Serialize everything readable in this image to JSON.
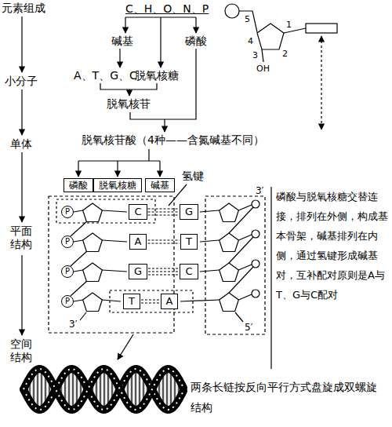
{
  "diagram": {
    "nodes": [
      {
        "text": [
          "磷酸"
        ]
      },
      {
        "text": [
          "脱氧核糖"
        ]
      },
      {
        "text": [
          "碱基"
        ]
      },
      {
        "text": [
          "P"
        ]
      },
      {
        "text": [
          "P"
        ]
      },
      {
        "text": [
          "P"
        ]
      },
      {
        "text": [
          "P"
        ]
      },
      {
        "text": [
          "C"
        ]
      },
      {
        "text": [
          "G"
        ]
      },
      {
        "text": [
          "A"
        ]
      },
      {
        "text": [
          "T"
        ]
      },
      {
        "text": [
          "G"
        ]
      },
      {
        "text": [
          "C"
        ]
      },
      {
        "text": [
          "T"
        ]
      },
      {
        "text": [
          "A"
        ]
      }
    ],
    "edges": [
      {
        "from": 7,
        "to": 8,
        "arrow": "none"
      },
      {
        "from": 9,
        "to": 10,
        "arrow": "none"
      },
      {
        "from": 11,
        "to": 12,
        "arrow": "none"
      },
      {
        "from": 13,
        "to": 14,
        "arrow": "none"
      }
    ],
    "labels": [
      "元素组成",
      "小分子",
      "单体",
      "平面结构",
      "空间结构",
      "C、H、O、N、P",
      "碱基",
      "磷酸",
      "A、T、G、C",
      "脱氧核糖",
      "脱氧核苷",
      "脱氧核苷酸（4种——含氮碱基不同）",
      "5",
      "1",
      "4",
      "3",
      "2",
      "OH",
      "氢键",
      "3′",
      "3′",
      "5′",
      "磷酸与脱氧核糖交替连接，排列在外侧，构成基本骨架，碱基排列在内侧，通过氢键形成碱基对，互补配对原则是A与T、G与C配对",
      "两条长链按反向平行方式盘旋成双螺旋结构"
    ]
  }
}
